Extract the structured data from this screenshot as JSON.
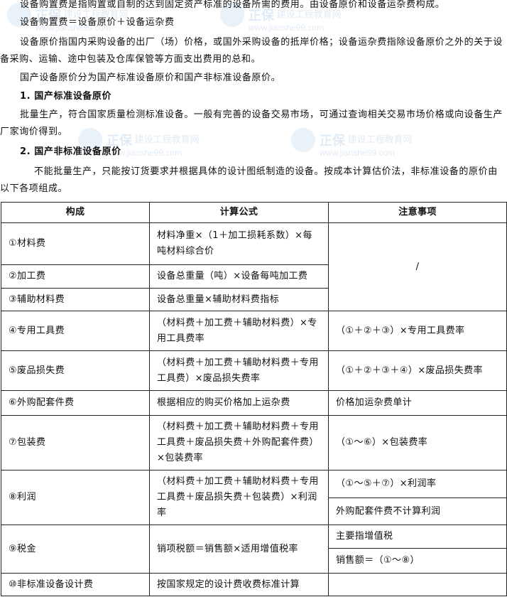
{
  "paragraphs": [
    "设备购置费是指购置或自制的达到固定资产标准的设备所需的费用。由设备原价和设备运杂费构成。",
    "设备购置费＝设备原价＋设备运杂费",
    "设备原价指国内采购设备的出厂（场）价格，或国外采购设备的抵岸价格；设备运杂费指除设备原价之外的关于设备采购、运输、途中包装及仓库保管等方面支出费用的总和。",
    "国产设备原价分为国产标准设备原价和国产非标准设备原价。",
    "1. 国产标准设备原价",
    "批量生产，符合国家质量检测标准设备。一般有完善的设备交易市场，可通过查询相关交易市场价格或向设备生产厂家询价得到。",
    "2. 国产非标准设备原价",
    "不能批量生产，只能按订货要求并根据具体的设计图纸制造的设备。按成本计算估价法，非标准设备的原价由以下各项组成。"
  ],
  "watermark": {
    "brand": "正保",
    "name": "建设工程教育网",
    "url": "www.jianshe99.com"
  },
  "table": {
    "headers": [
      "构成",
      "计算公式",
      "注意事项"
    ],
    "rows": [
      {
        "item": "①材料费",
        "formula": "材料净重×（1＋加工损耗系数）×每吨材料综合价",
        "note": "/"
      },
      {
        "item": "②加工费",
        "formula": "设备总重量（吨）×设备每吨加工费"
      },
      {
        "item": "③辅助材料费",
        "formula": "设备总重量×辅助材料费指标"
      },
      {
        "item": "④专用工具费",
        "formula": "（材料费＋加工费＋辅助材料费）×专用工具费率",
        "note": "（①＋②＋③）×专用工具费率"
      },
      {
        "item": "⑤废品损失费",
        "formula": "（材料费＋加工费＋辅助材料费＋专用工具费）×废品损失费率",
        "note": "（①＋②＋③＋④）×废品损失费率"
      },
      {
        "item": "⑥外购配套件费",
        "formula": "根据相应的购买价格加上运杂费",
        "note": "价格加运杂费单计"
      },
      {
        "item": "⑦包装费",
        "formula": "（材料费＋加工费＋辅助材料费＋专用工具费＋废品损失费＋外购配套件费）×包装费率",
        "note": "（①～⑥）×包装费率"
      },
      {
        "item": "⑧利润",
        "formula": "（材料费＋加工费＋辅助材料费＋专用工具费＋废品损失费＋包装费）×利润率",
        "note": "（①～⑤＋⑦）×利润率",
        "note2": "外购配套件费不计算利润"
      },
      {
        "item": "⑨税金",
        "formula": "销项税额＝销售额×适用增值税率",
        "note": "主要指增值税",
        "note2": "销售额＝（①～⑧）"
      },
      {
        "item": "⑩非标准设备设计费",
        "formula": "按国家规定的设计费收费标准计算",
        "note": ""
      }
    ]
  }
}
